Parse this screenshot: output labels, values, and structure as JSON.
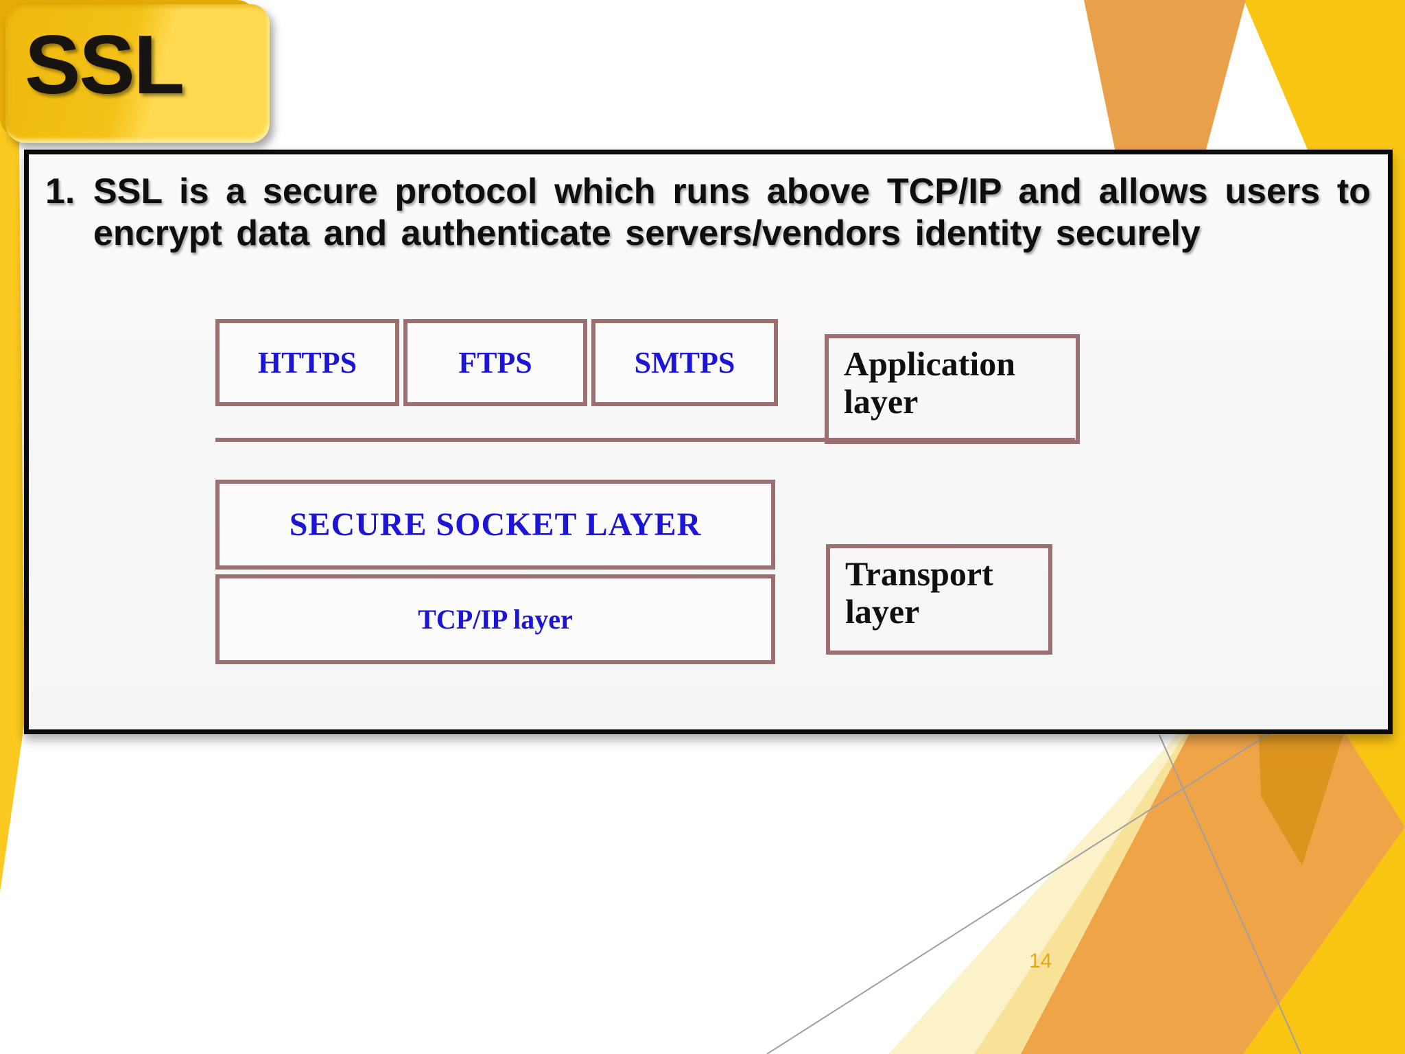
{
  "slide": {
    "title": "SSL",
    "page_number": "14"
  },
  "content": {
    "item_number": "1.",
    "item_text": "SSL is a secure protocol which runs above TCP/IP and allows users to encrypt data and authenticate servers/vendors identity securely"
  },
  "diagram": {
    "protocols": [
      {
        "label": "HTTPS"
      },
      {
        "label": "FTPS"
      },
      {
        "label": "SMTPS"
      }
    ],
    "secure_socket_layer_label": "SECURE SOCKET LAYER",
    "tcpip_layer_label": "TCP/IP layer",
    "application_layer_label": "Application layer",
    "transport_layer_label": "Transport layer"
  },
  "colors": {
    "badge_gold": "#f3c117",
    "accent_gold": "#f9c513",
    "accent_orange": "#efa448",
    "pale_yellow": "#f8e298",
    "diagram_border_maroon": "#9c7070",
    "protocol_text_blue": "#1d15d6",
    "heading_text": "#0e0e0e",
    "page_number_gold": "#eba60f"
  }
}
